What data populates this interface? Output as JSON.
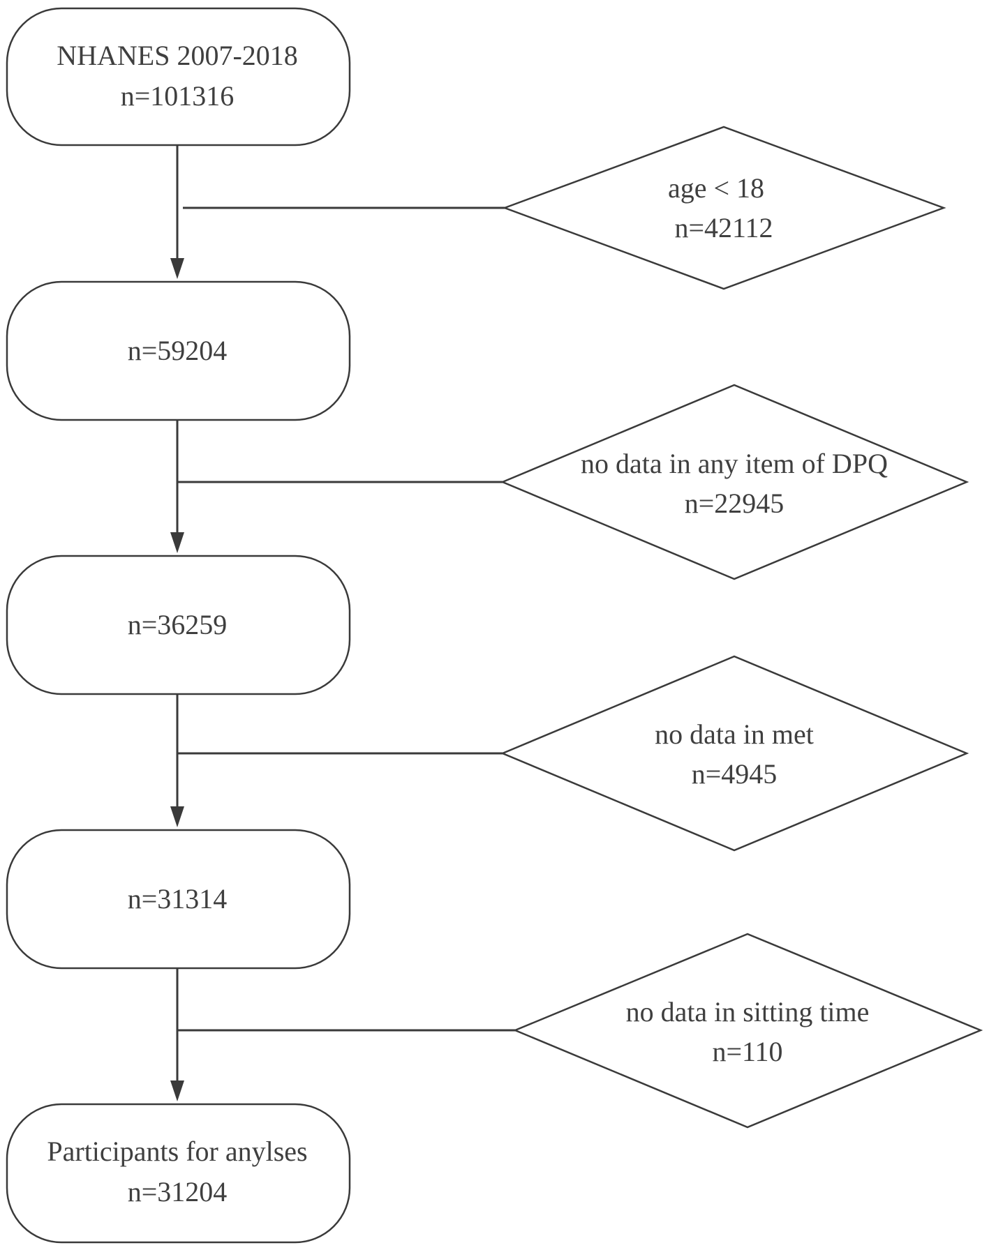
{
  "boxes": [
    {
      "lines": [
        "NHANES 2007-2018",
        "n=101316"
      ]
    },
    {
      "lines": [
        "n=59204"
      ]
    },
    {
      "lines": [
        "n=36259"
      ]
    },
    {
      "lines": [
        "n=31314"
      ]
    },
    {
      "lines": [
        "Participants for anylses",
        "n=31204"
      ]
    }
  ],
  "exclusions": [
    {
      "lines": [
        "age < 18",
        "n=42112"
      ]
    },
    {
      "lines": [
        "no data in any item of DPQ",
        "n=22945"
      ]
    },
    {
      "lines": [
        "no data in met",
        "n=4945"
      ]
    },
    {
      "lines": [
        "no data in sitting time",
        "n=110"
      ]
    }
  ]
}
